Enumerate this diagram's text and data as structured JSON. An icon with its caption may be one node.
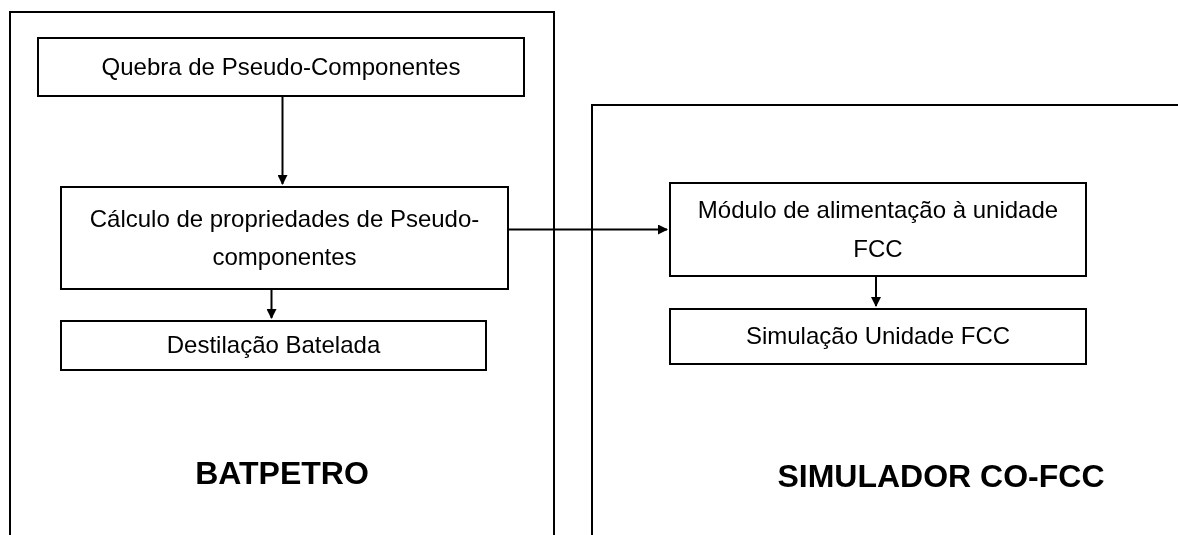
{
  "diagram": {
    "nodes": [
      {
        "text": [
          "BATPETRO"
        ]
      },
      {
        "text": [
          "Quebra de Pseudo-Componentes"
        ],
        "in": 0
      },
      {
        "text": [
          "Cálculo de propriedades de Pseudo-componentes"
        ],
        "in": 0
      },
      {
        "text": [
          "Destilação Batelada"
        ],
        "in": 0
      },
      {
        "text": [
          "SIMULADOR CO-FCC"
        ]
      },
      {
        "text": [
          "Módulo de alimentação à unidade FCC"
        ],
        "in": 4
      },
      {
        "text": [
          "Simulação Unidade FCC"
        ],
        "in": 4
      }
    ],
    "edges": [
      {
        "from": 1,
        "to": 2,
        "arrow": "to"
      },
      {
        "from": 2,
        "to": 3,
        "arrow": "to"
      },
      {
        "from": 2,
        "to": 5,
        "arrow": "to"
      },
      {
        "from": 5,
        "to": 6,
        "arrow": "to"
      }
    ]
  }
}
